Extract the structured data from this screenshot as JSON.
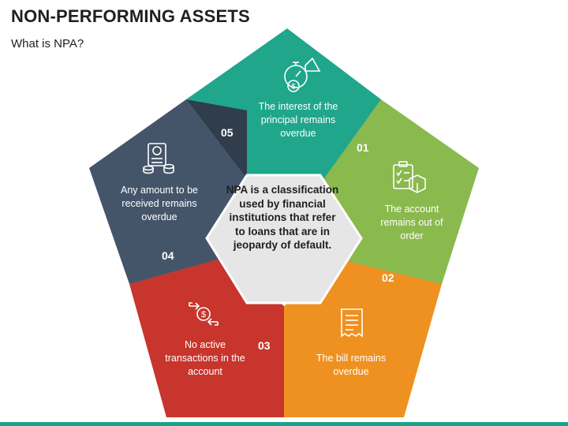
{
  "header": {
    "title": "NON-PERFORMING ASSETS",
    "subtitle": "What is NPA?"
  },
  "center": {
    "text": "NPA is a classification used by financial institutions that refer to loans that are in jeopardy of default."
  },
  "segments": [
    {
      "number": "01",
      "text": "The interest of the principal remains overdue",
      "icon": "stopwatch-money-icon",
      "color": "#1fa68b"
    },
    {
      "number": "02",
      "text": "The account remains out of order",
      "icon": "checklist-box-icon",
      "color": "#8ab94e"
    },
    {
      "number": "03",
      "text": "The bill remains overdue",
      "icon": "bill-document-icon",
      "color": "#ef9120"
    },
    {
      "number": "04",
      "text": "No active transactions in the account",
      "icon": "dollar-exchange-icon",
      "color": "#c7352c"
    },
    {
      "number": "05",
      "text": "Any amount to be received remains overdue",
      "icon": "invoice-coins-icon",
      "color": "#44556a"
    }
  ]
}
